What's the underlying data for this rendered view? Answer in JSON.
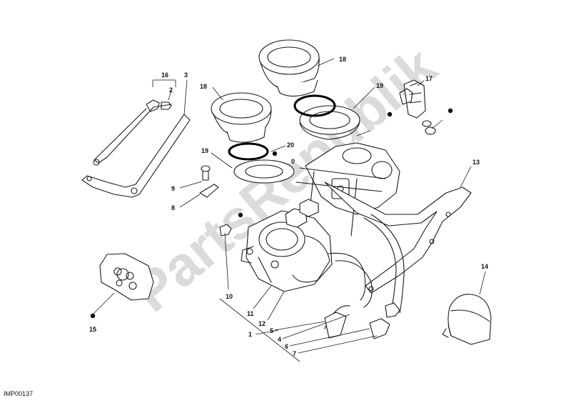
{
  "diagram": {
    "reference_code": "IMP00137",
    "watermark_text": "PartsRepublik",
    "callouts": {
      "c1": "1",
      "c2": "2",
      "c3": "3",
      "c4": "4",
      "c5": "5",
      "c6": "6",
      "c7": "7",
      "c8": "8",
      "c9": "9",
      "c10": "10",
      "c11": "11",
      "c12": "12",
      "c13": "13",
      "c14": "14",
      "c15": "15",
      "c16": "16",
      "c17": "17",
      "c18a": "18",
      "c18b": "18",
      "c19a": "19",
      "c19b": "19",
      "c20": "20",
      "c0": "0"
    }
  }
}
